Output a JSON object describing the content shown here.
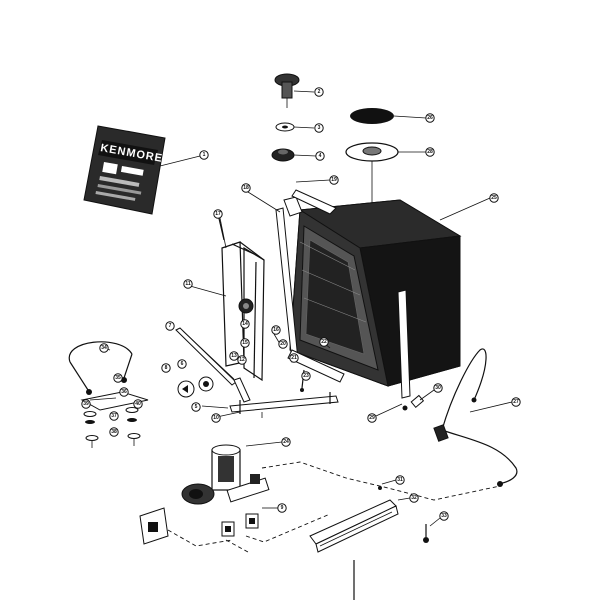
{
  "manual": {
    "brand": "KENMORE"
  },
  "callouts": [
    {
      "id": "c1",
      "label": "1"
    },
    {
      "id": "c2",
      "label": "2"
    },
    {
      "id": "c3",
      "label": "3"
    },
    {
      "id": "c4",
      "label": "4"
    },
    {
      "id": "c5",
      "label": "5"
    },
    {
      "id": "c6",
      "label": "6"
    },
    {
      "id": "c7",
      "label": "7"
    },
    {
      "id": "c8",
      "label": "8"
    },
    {
      "id": "c9",
      "label": "9"
    },
    {
      "id": "c10",
      "label": "10"
    },
    {
      "id": "c11",
      "label": "11"
    },
    {
      "id": "c12",
      "label": "12"
    },
    {
      "id": "c13",
      "label": "13"
    },
    {
      "id": "c14",
      "label": "14"
    },
    {
      "id": "c15",
      "label": "15"
    },
    {
      "id": "c16",
      "label": "16"
    },
    {
      "id": "c17",
      "label": "17"
    },
    {
      "id": "c18",
      "label": "18"
    },
    {
      "id": "c19",
      "label": "19"
    },
    {
      "id": "c20",
      "label": "20"
    },
    {
      "id": "c21",
      "label": "21"
    },
    {
      "id": "c22",
      "label": "22"
    },
    {
      "id": "c23",
      "label": "23"
    },
    {
      "id": "c24",
      "label": "24"
    },
    {
      "id": "c25",
      "label": "25"
    },
    {
      "id": "c26",
      "label": "26"
    },
    {
      "id": "c27",
      "label": "27"
    },
    {
      "id": "c28",
      "label": "28"
    },
    {
      "id": "c29",
      "label": "29"
    },
    {
      "id": "c30",
      "label": "30"
    },
    {
      "id": "c31",
      "label": "31"
    },
    {
      "id": "c32",
      "label": "32"
    },
    {
      "id": "c33",
      "label": "33"
    },
    {
      "id": "c34",
      "label": "34"
    },
    {
      "id": "c35",
      "label": "35"
    },
    {
      "id": "c36",
      "label": "36"
    },
    {
      "id": "c37",
      "label": "37"
    },
    {
      "id": "c38",
      "label": "38"
    },
    {
      "id": "c39",
      "label": "39"
    },
    {
      "id": "c40",
      "label": "40"
    }
  ]
}
